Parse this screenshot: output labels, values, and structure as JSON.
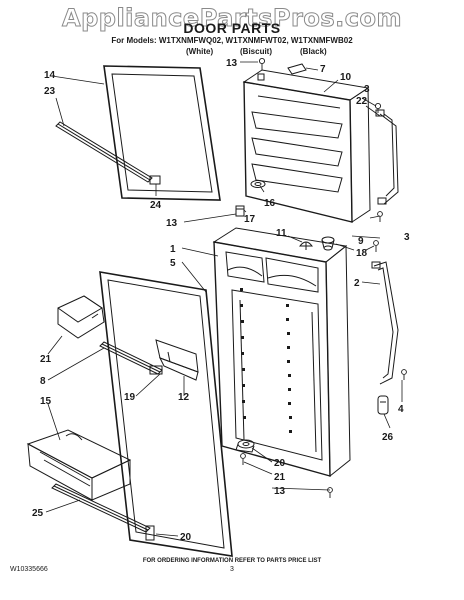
{
  "watermark": "AppliancePartsPros.com",
  "title": "DOOR PARTS",
  "models_line": "For Models: W1TXNMFWQ02, W1TXNMFWT02, W1TXNMFWB02",
  "colors": [
    "(White)",
    "(Biscuit)",
    "(Black)"
  ],
  "footer": {
    "doc_number": "W10335666",
    "ordering_note": "FOR ORDERING INFORMATION REFER TO PARTS PRICE LIST",
    "page": "3"
  },
  "callouts": {
    "c14": "14",
    "c23": "23",
    "c24": "24",
    "c13a": "13",
    "c7": "7",
    "c10": "10",
    "c3a": "3",
    "c22": "22",
    "c16": "16",
    "c17": "17",
    "c13b": "13",
    "c11": "11",
    "c9": "9",
    "c3b": "3",
    "c1": "1",
    "c5": "5",
    "c18": "18",
    "c2": "2",
    "c21a": "21",
    "c8": "8",
    "c19": "19",
    "c12": "12",
    "c4": "4",
    "c26": "26",
    "c15": "15",
    "c20a": "20",
    "c21b": "21",
    "c13c": "13",
    "c25": "25",
    "c20b": "20"
  }
}
